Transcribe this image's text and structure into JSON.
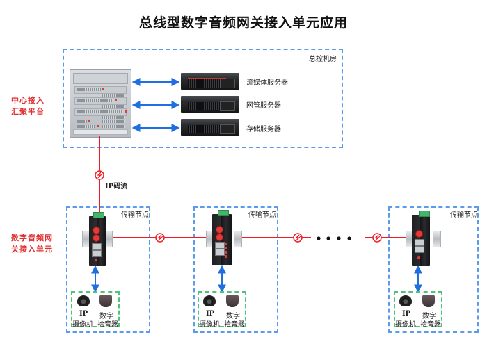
{
  "title": "总线型数字音频网关接入单元应用",
  "control_room": {
    "label": "总控机房",
    "servers": [
      {
        "label": "流媒体服务器"
      },
      {
        "label": "网管服务器"
      },
      {
        "label": "存储服务器"
      }
    ]
  },
  "side_labels": {
    "center_platform": [
      "中心接入",
      "汇聚平台"
    ],
    "gateway_unit": [
      "数字音频网",
      "关接入单元"
    ]
  },
  "uplink_label": "IP码流",
  "nodes": [
    {
      "label": "传输节点",
      "devices": {
        "camera": [
          "IP",
          "摄像机"
        ],
        "pickup": [
          "数字",
          "拾音器"
        ]
      }
    },
    {
      "label": "传输节点",
      "devices": {
        "camera": [
          "IP",
          "摄像机"
        ],
        "pickup": [
          "数字",
          "拾音器"
        ]
      }
    },
    {
      "label": "传输节点",
      "devices": {
        "camera": [
          "IP",
          "摄像机"
        ],
        "pickup": [
          "数字",
          "拾音器"
        ]
      }
    }
  ],
  "ellipsis_dots": 4,
  "colors": {
    "link_red": "#ee1c24",
    "arrow_blue": "#1f6fe0",
    "box_blue": "#5b9bee",
    "box_green": "#4cc27a",
    "label_red": "#e23030"
  }
}
